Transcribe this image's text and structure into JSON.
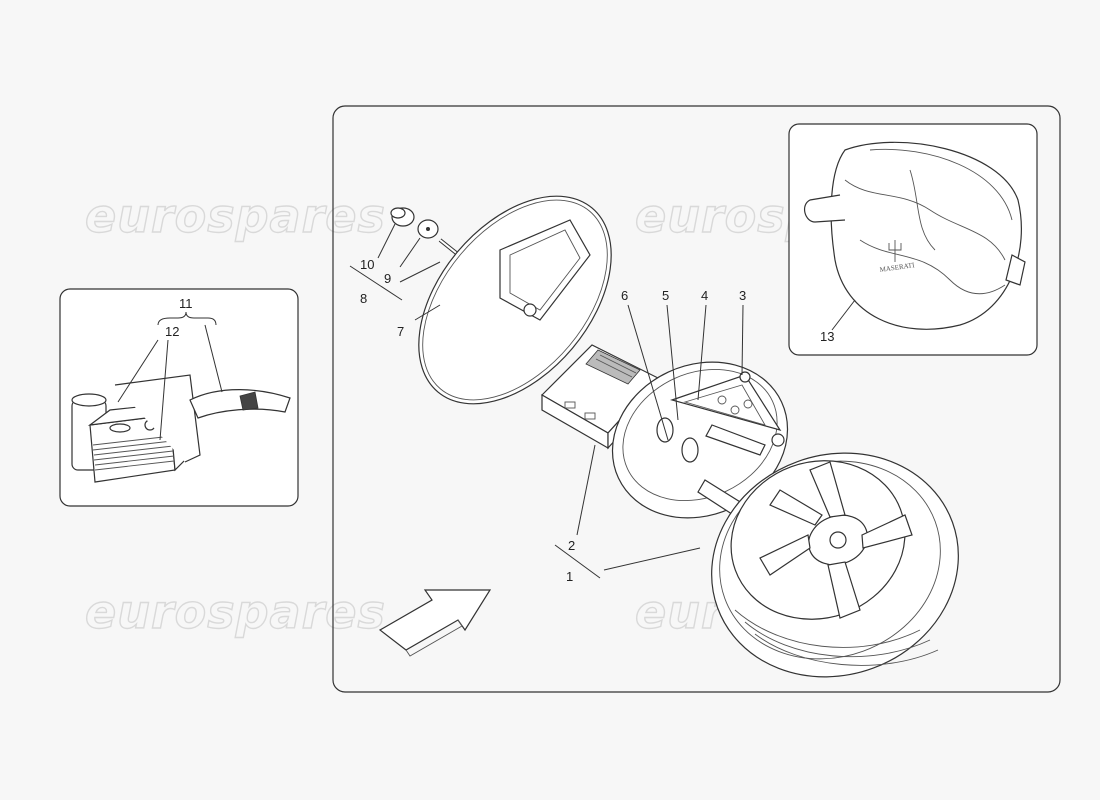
{
  "watermarks": [
    "eurospares",
    "eurospares",
    "eurospares",
    "eurospares"
  ],
  "callouts": {
    "c1": "1",
    "c2": "2",
    "c3": "3",
    "c4": "4",
    "c5": "5",
    "c6": "6",
    "c7": "7",
    "c8": "8",
    "c9": "9",
    "c10": "10",
    "c11": "11",
    "c12": "12",
    "c13": "13"
  },
  "bag_brand": "MASERATI",
  "icons": [
    "direction-arrow-icon",
    "maserati-trident-logo"
  ],
  "colors": {
    "line": "#333333",
    "paper": "#f7f7f7",
    "watermark": "#d9d9d9"
  }
}
